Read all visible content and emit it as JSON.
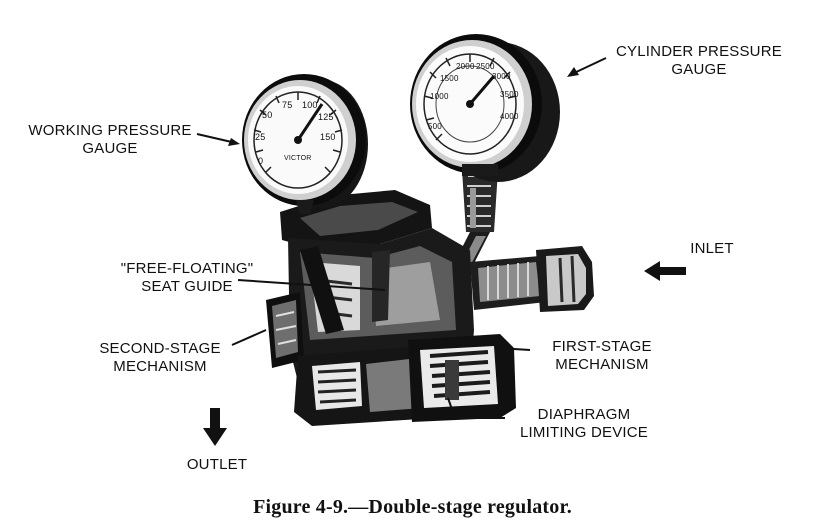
{
  "figure": {
    "caption": "Figure 4-9.—Double-stage regulator."
  },
  "labels": {
    "working_pressure_gauge": [
      "WORKING PRESSURE",
      "GAUGE"
    ],
    "cylinder_pressure_gauge": [
      "CYLINDER PRESSURE",
      "GAUGE"
    ],
    "inlet": [
      "INLET"
    ],
    "free_floating_seat_guide": [
      "\"FREE-FLOATING\"",
      "SEAT GUIDE"
    ],
    "second_stage_mechanism": [
      "SECOND-STAGE",
      "MECHANISM"
    ],
    "first_stage_mechanism": [
      "FIRST-STAGE",
      "MECHANISM"
    ],
    "diaphragm_limiting_device": [
      "DIAPHRAGM",
      "LIMITING DEVICE"
    ],
    "outlet": [
      "OUTLET"
    ]
  },
  "gauges": {
    "working": {
      "dial_numbers": [
        "25",
        "50",
        "75",
        "100",
        "125",
        "150",
        "0"
      ],
      "brand": "VICTOR"
    },
    "cylinder": {
      "dial_numbers": [
        "500",
        "1000",
        "1500",
        "2000",
        "2500",
        "3000",
        "3500",
        "4000"
      ],
      "brand": ""
    }
  }
}
